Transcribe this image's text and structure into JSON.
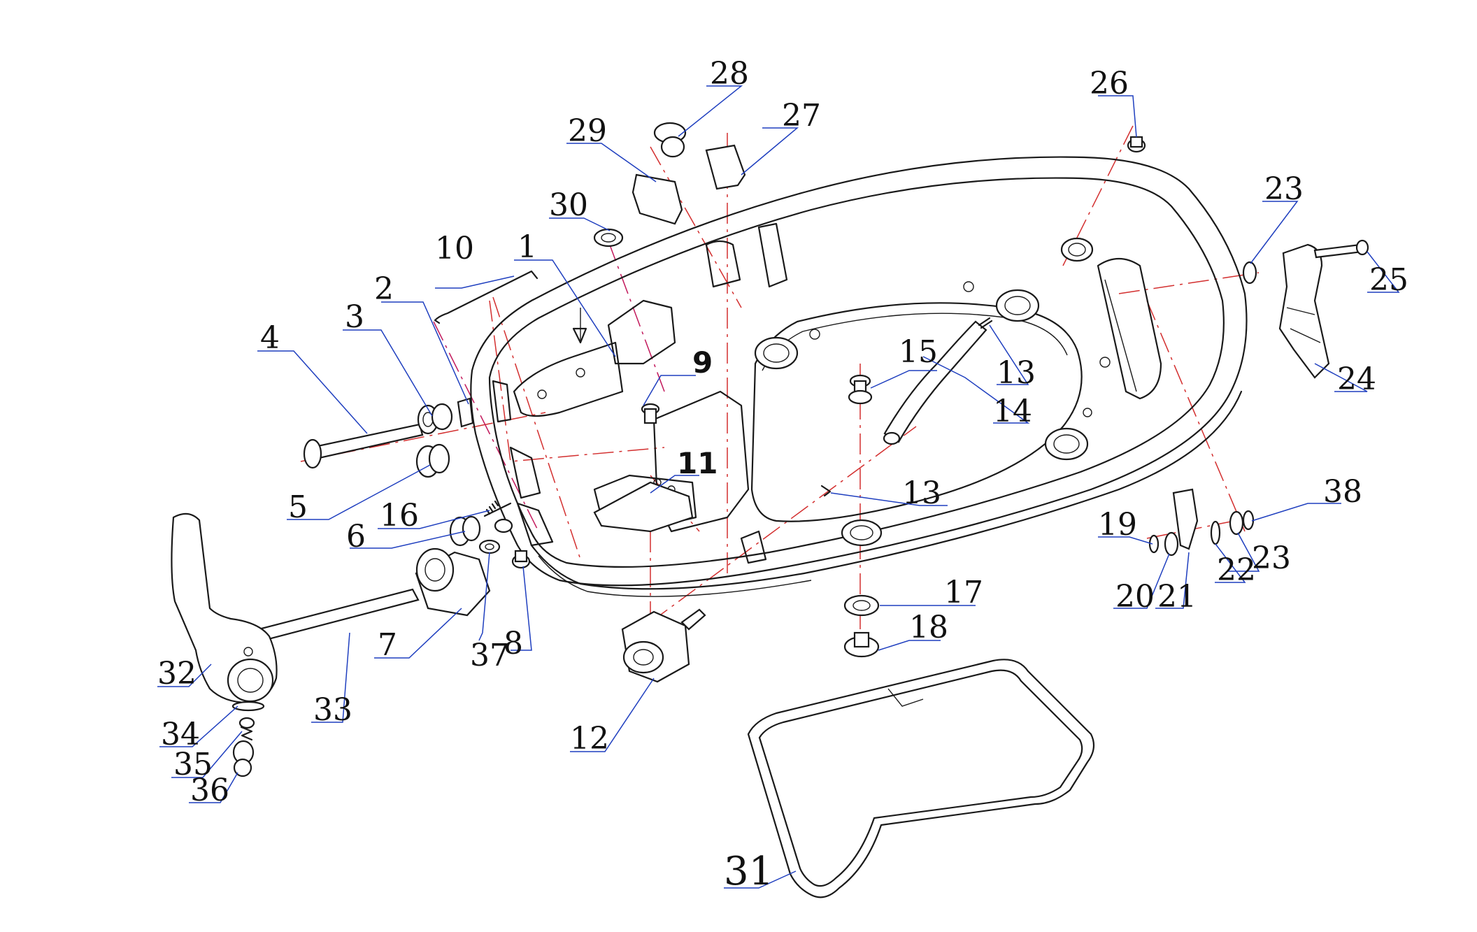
{
  "diagram": {
    "colors": {
      "line_art": "#1a1a1a",
      "leader": "#1f3fbf",
      "center_line": "#d32f2f",
      "center_line_alt": "#c2185b",
      "label": "#111111",
      "background": "#ffffff"
    },
    "callouts": [
      {
        "id": "p1",
        "label": "1"
      },
      {
        "id": "p2",
        "label": "2"
      },
      {
        "id": "p3",
        "label": "3"
      },
      {
        "id": "p4",
        "label": "4"
      },
      {
        "id": "p5",
        "label": "5"
      },
      {
        "id": "p6",
        "label": "6"
      },
      {
        "id": "p7",
        "label": "7"
      },
      {
        "id": "p8",
        "label": "8"
      },
      {
        "id": "p9",
        "label": "9"
      },
      {
        "id": "p10",
        "label": "10"
      },
      {
        "id": "p11",
        "label": "11"
      },
      {
        "id": "p12",
        "label": "12"
      },
      {
        "id": "p13a",
        "label": "13"
      },
      {
        "id": "p13b",
        "label": "13"
      },
      {
        "id": "p14",
        "label": "14"
      },
      {
        "id": "p15",
        "label": "15"
      },
      {
        "id": "p16",
        "label": "16"
      },
      {
        "id": "p17",
        "label": "17"
      },
      {
        "id": "p18",
        "label": "18"
      },
      {
        "id": "p19",
        "label": "19"
      },
      {
        "id": "p20",
        "label": "20"
      },
      {
        "id": "p21",
        "label": "21"
      },
      {
        "id": "p22",
        "label": "22"
      },
      {
        "id": "p23a",
        "label": "23"
      },
      {
        "id": "p23b",
        "label": "23"
      },
      {
        "id": "p24",
        "label": "24"
      },
      {
        "id": "p25",
        "label": "25"
      },
      {
        "id": "p26",
        "label": "26"
      },
      {
        "id": "p27",
        "label": "27"
      },
      {
        "id": "p28",
        "label": "28"
      },
      {
        "id": "p29",
        "label": "29"
      },
      {
        "id": "p30",
        "label": "30"
      },
      {
        "id": "p31",
        "label": "31"
      },
      {
        "id": "p32",
        "label": "32"
      },
      {
        "id": "p33",
        "label": "33"
      },
      {
        "id": "p34",
        "label": "34"
      },
      {
        "id": "p35",
        "label": "35"
      },
      {
        "id": "p36",
        "label": "36"
      },
      {
        "id": "p37",
        "label": "37"
      },
      {
        "id": "p38",
        "label": "38"
      }
    ]
  }
}
